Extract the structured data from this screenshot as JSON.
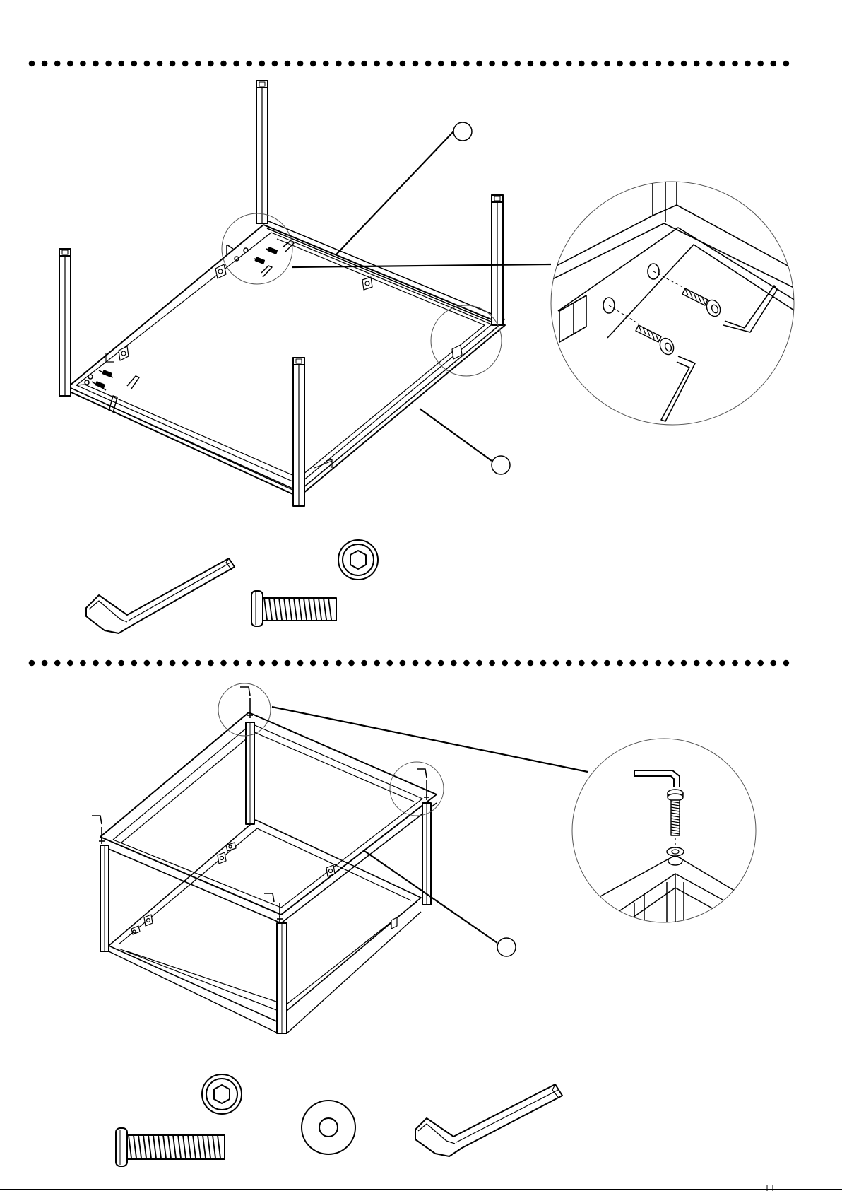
{
  "document": {
    "type": "assembly-instructions",
    "steps": [
      {
        "id": "step-a",
        "callouts": 2,
        "detail_view": "zoom-circle",
        "hardware": [
          "hex-key",
          "bolt",
          "bolt-head-hex-socket"
        ]
      },
      {
        "id": "step-b",
        "callouts": 1,
        "detail_view": "zoom-circle",
        "hardware": [
          "bolt-head-hex-socket",
          "bolt",
          "washer",
          "hex-key"
        ]
      }
    ]
  },
  "colors": {
    "line": "#000000",
    "background": "#ffffff"
  }
}
